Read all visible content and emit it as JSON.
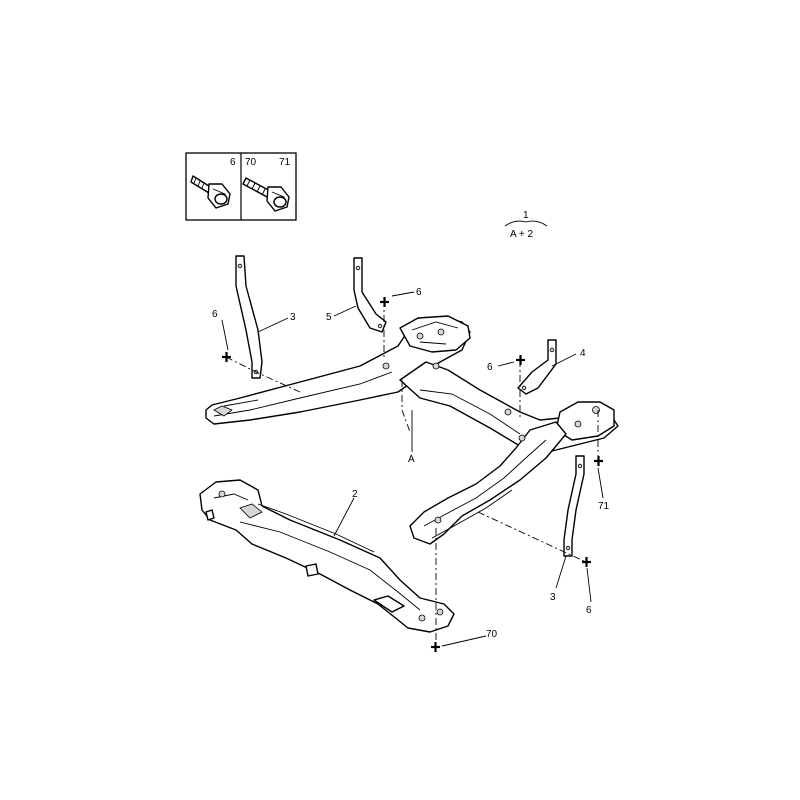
{
  "legend": {
    "top": "1",
    "bottom": "A + 2"
  },
  "fastener_box": {
    "items": [
      {
        "label": "6"
      },
      {
        "label": "70"
      },
      {
        "label": "71"
      }
    ]
  },
  "callouts": {
    "rail_front_left": "3",
    "rail_rear_right": "3",
    "bracket_left": "5",
    "bracket_right": "4",
    "crossmember_front": "2",
    "subframe": "A",
    "screw_left": "6",
    "screw_top": "6",
    "screw_mid": "6",
    "screw_bottom_right": "6",
    "screw_70": "70",
    "screw_71": "71"
  }
}
